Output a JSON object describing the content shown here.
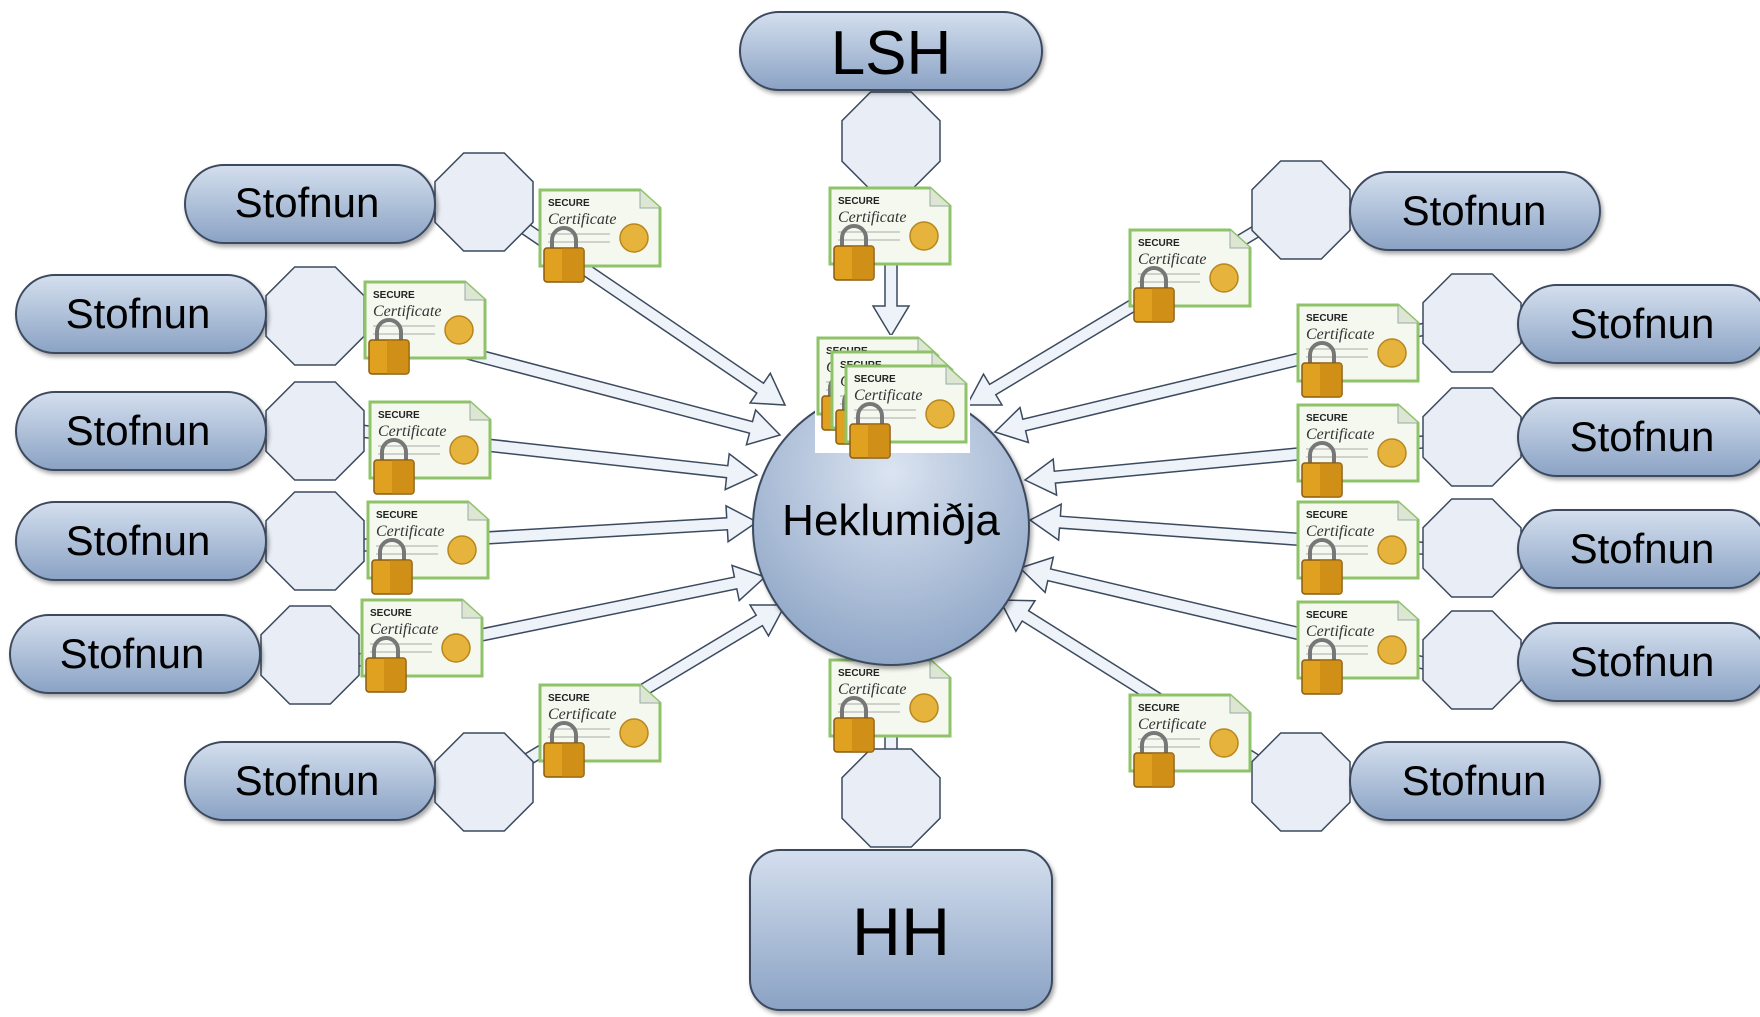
{
  "hub": {
    "label": "Heklumiðja"
  },
  "top_node": {
    "label": "LSH"
  },
  "bottom_node": {
    "label": "HH"
  },
  "stofnun_label": "Stofnun",
  "left_nodes": [
    {
      "label": "Stofnun"
    },
    {
      "label": "Stofnun"
    },
    {
      "label": "Stofnun"
    },
    {
      "label": "Stofnun"
    },
    {
      "label": "Stofnun"
    },
    {
      "label": "Stofnun"
    }
  ],
  "right_nodes": [
    {
      "label": "Stofnun"
    },
    {
      "label": "Stofnun"
    },
    {
      "label": "Stofnun"
    },
    {
      "label": "Stofnun"
    },
    {
      "label": "Stofnun"
    },
    {
      "label": "Stofnun"
    }
  ],
  "certificate": {
    "header": "SECURE",
    "title": "Certificate"
  },
  "colors": {
    "node_fill_top": "#c9d6e8",
    "node_fill_bottom": "#8fa6c6",
    "octagon_fill": "#e8edf6",
    "arrow_fill": "#eef2f9",
    "stroke": "#3c4a5e",
    "cert_green": "#8fc36a",
    "cert_seal": "#e6b43c",
    "lock": "#e0a020"
  }
}
